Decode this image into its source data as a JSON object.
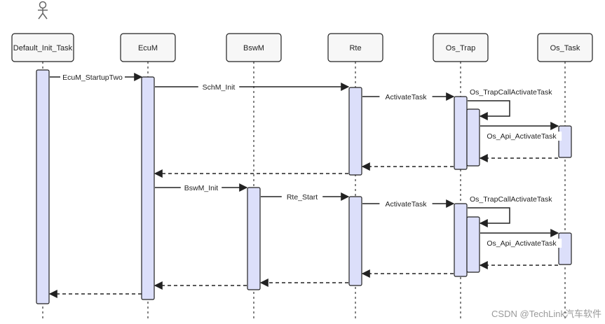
{
  "participants": [
    {
      "id": "default_init_task",
      "label": "Default_Init_Task",
      "actor": true
    },
    {
      "id": "ecum",
      "label": "EcuM"
    },
    {
      "id": "bswm",
      "label": "BswM"
    },
    {
      "id": "rte",
      "label": "Rte"
    },
    {
      "id": "os_trap",
      "label": "Os_Trap"
    },
    {
      "id": "os_task",
      "label": "Os_Task"
    }
  ],
  "messages": [
    {
      "id": "m1",
      "label": "EcuM_StartupTwo",
      "from": "default_init_task",
      "to": "ecum",
      "kind": "call"
    },
    {
      "id": "m2",
      "label": "SchM_Init",
      "from": "ecum",
      "to": "rte",
      "kind": "call"
    },
    {
      "id": "m3",
      "label": "ActivateTask",
      "from": "rte",
      "to": "os_trap",
      "kind": "call"
    },
    {
      "id": "m4",
      "label": "Os_TrapCallActivateTask",
      "from": "os_trap",
      "to": "os_trap",
      "kind": "self"
    },
    {
      "id": "m5",
      "label": "Os_Api_ActivateTask",
      "from": "os_trap",
      "to": "os_task",
      "kind": "call"
    },
    {
      "id": "m6",
      "label": "",
      "from": "os_task",
      "to": "os_trap",
      "kind": "return"
    },
    {
      "id": "m7",
      "label": "",
      "from": "os_trap",
      "to": "rte",
      "kind": "return"
    },
    {
      "id": "m8",
      "label": "",
      "from": "rte",
      "to": "ecum",
      "kind": "return"
    },
    {
      "id": "m9",
      "label": "BswM_Init",
      "from": "ecum",
      "to": "bswm",
      "kind": "call"
    },
    {
      "id": "m10",
      "label": "Rte_Start",
      "from": "bswm",
      "to": "rte",
      "kind": "call"
    },
    {
      "id": "m11",
      "label": "ActivateTask",
      "from": "rte",
      "to": "os_trap",
      "kind": "call"
    },
    {
      "id": "m12",
      "label": "Os_TrapCallActivateTask",
      "from": "os_trap",
      "to": "os_trap",
      "kind": "self"
    },
    {
      "id": "m13",
      "label": "Os_Api_ActivateTask",
      "from": "os_trap",
      "to": "os_task",
      "kind": "call"
    },
    {
      "id": "m14",
      "label": "",
      "from": "os_task",
      "to": "os_trap",
      "kind": "return"
    },
    {
      "id": "m15",
      "label": "",
      "from": "os_trap",
      "to": "rte",
      "kind": "return"
    },
    {
      "id": "m16",
      "label": "",
      "from": "rte",
      "to": "bswm",
      "kind": "return"
    },
    {
      "id": "m17",
      "label": "",
      "from": "bswm",
      "to": "ecum",
      "kind": "return"
    },
    {
      "id": "m18",
      "label": "",
      "from": "ecum",
      "to": "default_init_task",
      "kind": "return"
    }
  ],
  "watermark": "CSDN @TechLink汽车软件",
  "colors": {
    "activation_fill": "#dcdffa",
    "box_fill": "#f7f7f7",
    "stroke": "#222222",
    "watermark": "#9a9a9a"
  }
}
